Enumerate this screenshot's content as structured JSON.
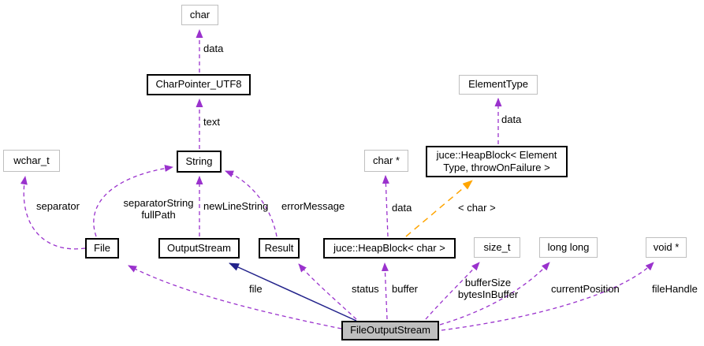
{
  "diagram": {
    "kind": "doxygen-collaboration-graph",
    "colors": {
      "usage_edge": "#9a32cd",
      "template_edge": "#ffa500",
      "inheritance_edge": "#23238b",
      "node_border": "#000000",
      "muted_node_border": "#bfbfbf",
      "focus_node_fill": "#bfbfbf",
      "node_fill": "#ffffff",
      "text": "#000000"
    },
    "nodes": {
      "char": {
        "label": "char"
      },
      "charpointer_utf8": {
        "label": "CharPointer_UTF8"
      },
      "elementtype": {
        "label": "ElementType"
      },
      "wchar_t": {
        "label": "wchar_t"
      },
      "string": {
        "label": "String"
      },
      "char_ptr": {
        "label": "char *"
      },
      "heapblock_element": {
        "label": "juce::HeapBlock< Element\nType, throwOnFailure >"
      },
      "file": {
        "label": "File"
      },
      "outputstream": {
        "label": "OutputStream"
      },
      "result": {
        "label": "Result"
      },
      "heapblock_char": {
        "label": "juce::HeapBlock< char >"
      },
      "size_t": {
        "label": "size_t"
      },
      "long_long": {
        "label": "long long"
      },
      "void_ptr": {
        "label": "void *"
      },
      "fileoutputstream": {
        "label": "FileOutputStream"
      }
    },
    "edge_labels": {
      "data_char": {
        "label": "data"
      },
      "text": {
        "label": "text"
      },
      "separator_string_fullpath": {
        "label": "separatorString\nfullPath"
      },
      "newlinestring": {
        "label": "newLineString"
      },
      "errormessage": {
        "label": "errorMessage"
      },
      "separator": {
        "label": "separator"
      },
      "data_char_ptr": {
        "label": "data"
      },
      "template_char": {
        "label": "< char >"
      },
      "data_elementtype": {
        "label": "data"
      },
      "file": {
        "label": "file"
      },
      "status": {
        "label": "status"
      },
      "buffer": {
        "label": "buffer"
      },
      "buffersize_bytesinbuffer": {
        "label": "bufferSize\nbytesInBuffer"
      },
      "currentposition": {
        "label": "currentPosition"
      },
      "filehandle": {
        "label": "fileHandle"
      }
    }
  }
}
